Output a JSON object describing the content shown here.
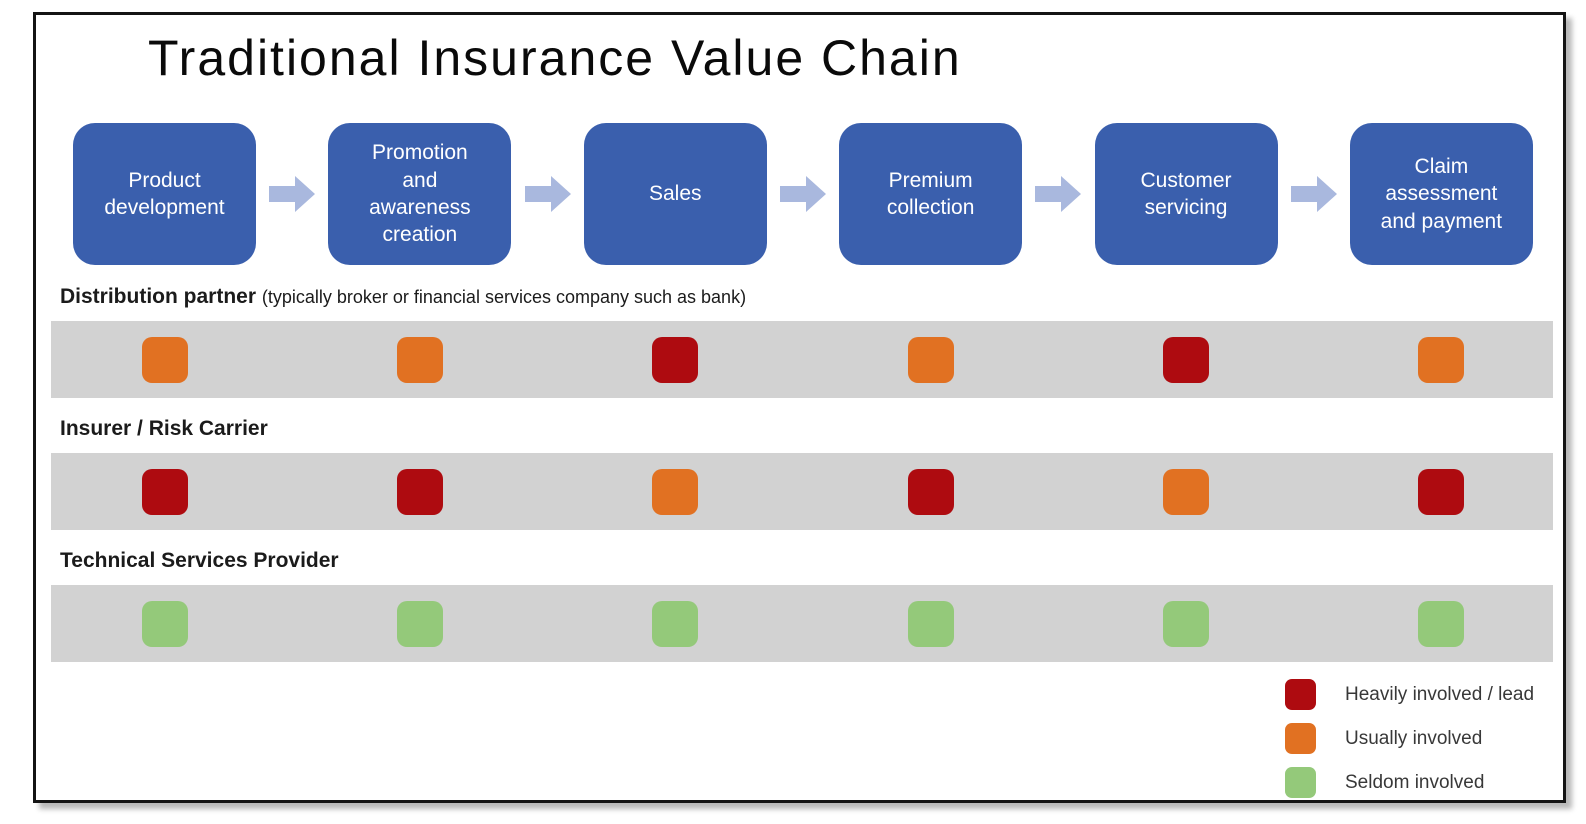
{
  "title": "Traditional Insurance Value Chain",
  "stages": [
    {
      "label": "Product\ndevelopment"
    },
    {
      "label": "Promotion\nand\nawareness\ncreation"
    },
    {
      "label": "Sales"
    },
    {
      "label": "Premium\ncollection"
    },
    {
      "label": "Customer\nservicing"
    },
    {
      "label": "Claim\nassessment\nand payment"
    }
  ],
  "rows": [
    {
      "name": "Distribution partner",
      "note": "(typically broker or financial services company such as bank)",
      "involvement": [
        "usually",
        "usually",
        "heavily",
        "usually",
        "heavily",
        "usually"
      ]
    },
    {
      "name": "Insurer / Risk Carrier",
      "note": "",
      "involvement": [
        "heavily",
        "heavily",
        "usually",
        "heavily",
        "usually",
        "heavily"
      ]
    },
    {
      "name": "Technical Services Provider",
      "note": "",
      "involvement": [
        "seldom",
        "seldom",
        "seldom",
        "seldom",
        "seldom",
        "seldom"
      ]
    }
  ],
  "legend": [
    {
      "key": "heavily",
      "label": "Heavily involved / lead"
    },
    {
      "key": "usually",
      "label": "Usually involved"
    },
    {
      "key": "seldom",
      "label": "Seldom involved"
    }
  ],
  "colors": {
    "stage_box": "#3A5FAD",
    "arrow": "#A9B8DE",
    "band": "#D2D2D2",
    "heavily": "#AE0B10",
    "usually": "#E17122",
    "seldom": "#94C97A"
  }
}
